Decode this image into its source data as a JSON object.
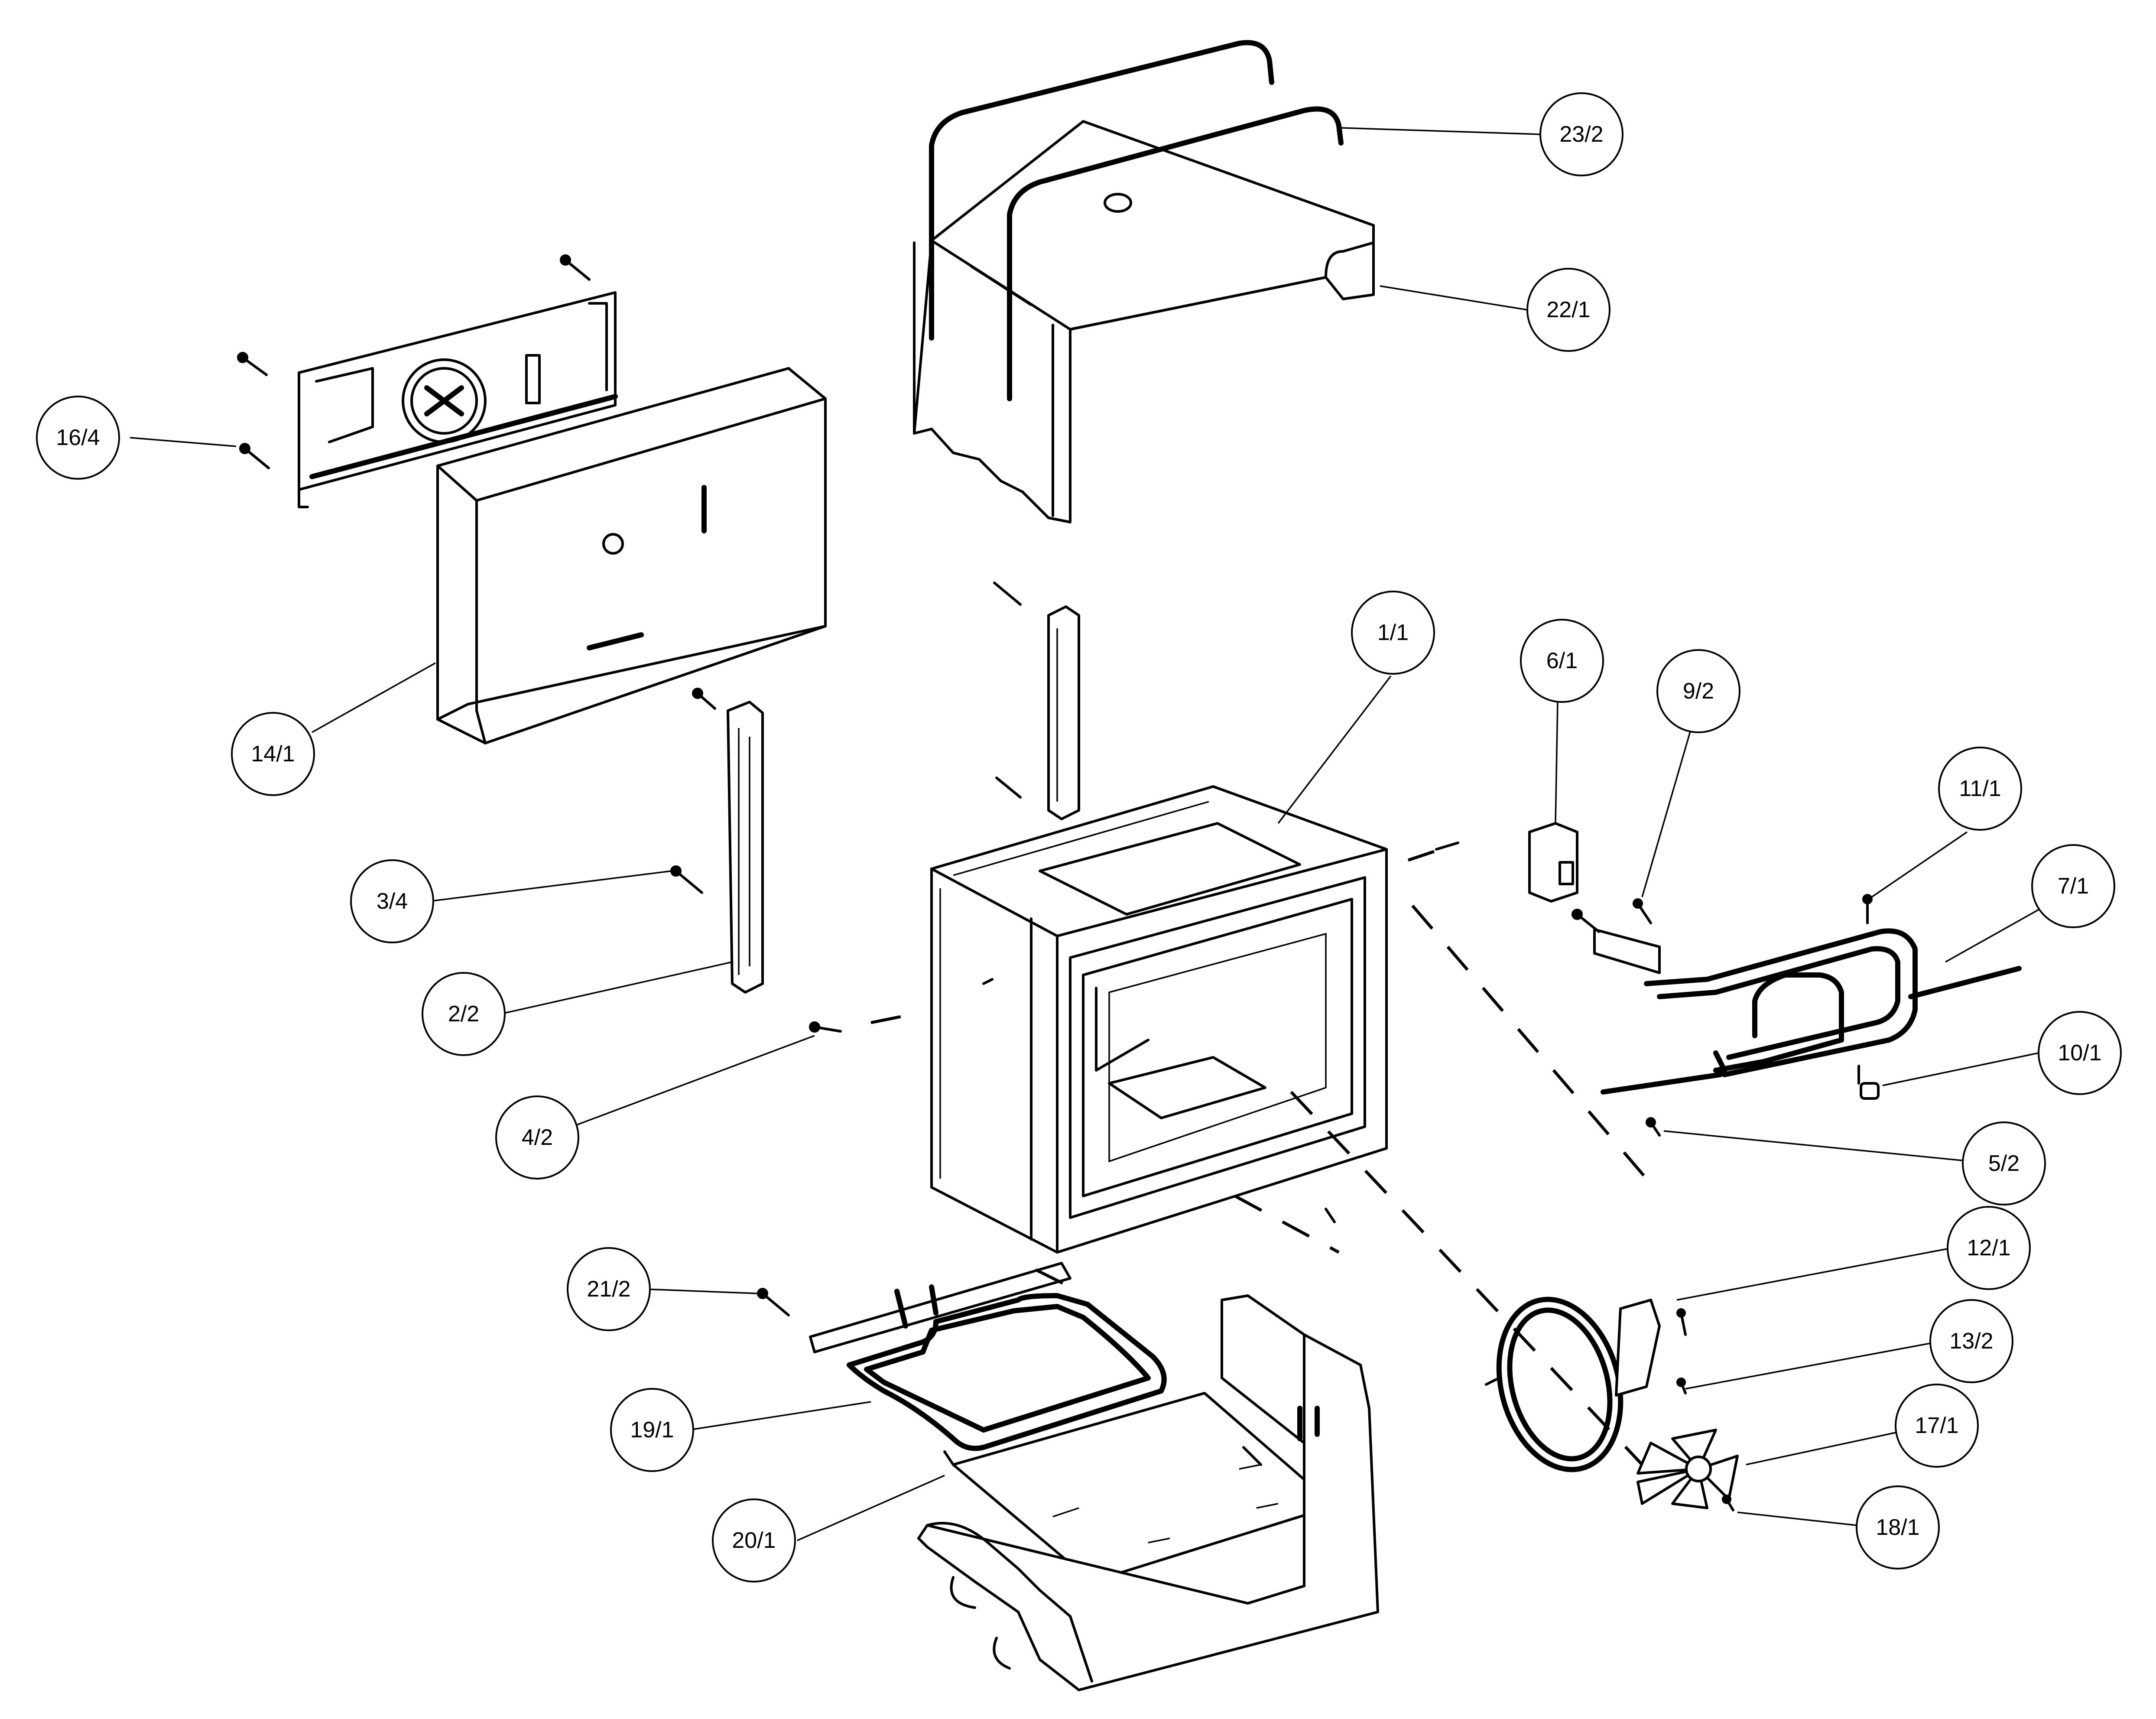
{
  "callouts": [
    {
      "id": "23-2",
      "label": "23/2"
    },
    {
      "id": "22-1",
      "label": "22/1"
    },
    {
      "id": "16-4",
      "label": "16/4"
    },
    {
      "id": "14-1",
      "label": "14/1"
    },
    {
      "id": "1-1",
      "label": "1/1"
    },
    {
      "id": "6-1",
      "label": "6/1"
    },
    {
      "id": "9-2",
      "label": "9/2"
    },
    {
      "id": "11-1",
      "label": "11/1"
    },
    {
      "id": "7-1",
      "label": "7/1"
    },
    {
      "id": "3-4",
      "label": "3/4"
    },
    {
      "id": "2-2",
      "label": "2/2"
    },
    {
      "id": "10-1",
      "label": "10/1"
    },
    {
      "id": "4-2",
      "label": "4/2"
    },
    {
      "id": "5-2",
      "label": "5/2"
    },
    {
      "id": "12-1",
      "label": "12/1"
    },
    {
      "id": "21-2",
      "label": "21/2"
    },
    {
      "id": "13-2",
      "label": "13/2"
    },
    {
      "id": "19-1",
      "label": "19/1"
    },
    {
      "id": "17-1",
      "label": "17/1"
    },
    {
      "id": "20-1",
      "label": "20/1"
    },
    {
      "id": "18-1",
      "label": "18/1"
    }
  ]
}
